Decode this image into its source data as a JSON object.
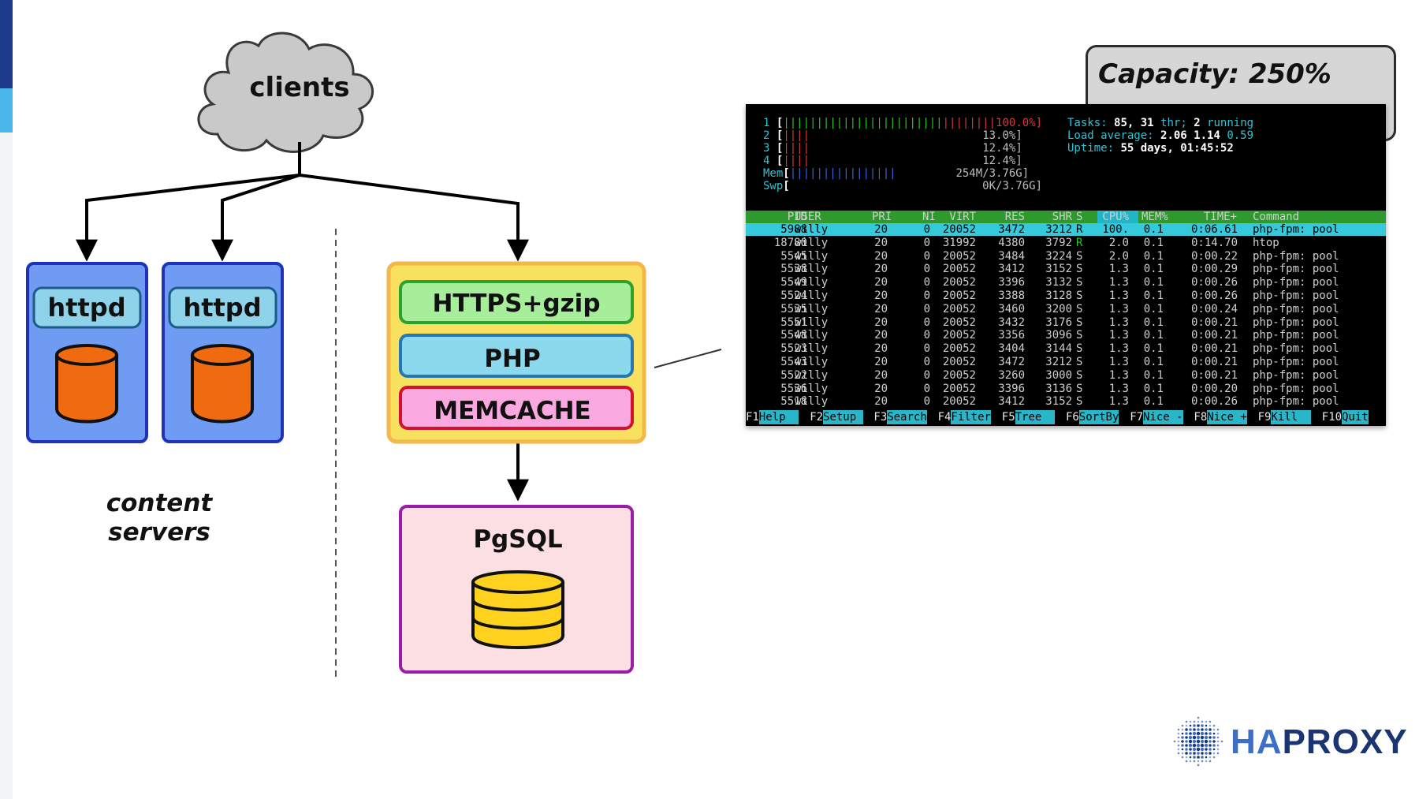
{
  "diagram": {
    "clients_label": "clients",
    "httpd_label": "httpd",
    "caption_line1": "content",
    "caption_line2": "servers",
    "stack": {
      "layer1": "HTTPS+gzip",
      "layer2": "PHP",
      "layer3": "MEMCACHE"
    },
    "db_label": "PgSQL"
  },
  "capacity_label": "Capacity: 250%",
  "htop": {
    "meters": [
      {
        "num": "1",
        "bar": "||||||||||||||||||||||||",
        "value": "100.0%]"
      },
      {
        "num": "2",
        "bar": "||||",
        "value": "13.0%]"
      },
      {
        "num": "3",
        "bar": "||||",
        "value": "12.4%]"
      },
      {
        "num": "4",
        "bar": "||||",
        "value": "12.4%]"
      }
    ],
    "mem": {
      "label": "Mem",
      "bar": "||||||||||||||||",
      "value": "254M/3.76G]"
    },
    "swp": {
      "label": "Swp",
      "value": "0K/3.76G]"
    },
    "tasks": {
      "label": "Tasks:",
      "count": "85,",
      "thr": "31",
      "thr_label": "thr;",
      "running": "2",
      "running_label": "running"
    },
    "load": {
      "label": "Load average:",
      "v1": "2.06",
      "v2": "1.14",
      "v3": "0.59"
    },
    "uptime": {
      "label": "Uptime:",
      "value": "55 days, 01:45:52"
    },
    "columns": [
      "PID",
      "USER",
      "PRI",
      "NI",
      "VIRT",
      "RES",
      "SHR",
      "S",
      "CPU%",
      "MEM%",
      "TIME+",
      "Command"
    ],
    "rows": [
      {
        "pid": "5988",
        "user": "willy",
        "pri": "20",
        "ni": "0",
        "virt": "20052",
        "res": "3472",
        "shr": "3212",
        "s": "R",
        "cpu": "100.",
        "mem": "0.1",
        "time": "0:06.61",
        "cmd": "php-fpm: pool"
      },
      {
        "pid": "18780",
        "user": "willy",
        "pri": "20",
        "ni": "0",
        "virt": "31992",
        "res": "4380",
        "shr": "3792",
        "s": "R",
        "cpu": "2.0",
        "mem": "0.1",
        "time": "0:14.70",
        "cmd": "htop"
      },
      {
        "pid": "5545",
        "user": "willy",
        "pri": "20",
        "ni": "0",
        "virt": "20052",
        "res": "3484",
        "shr": "3224",
        "s": "S",
        "cpu": "2.0",
        "mem": "0.1",
        "time": "0:00.22",
        "cmd": "php-fpm: pool"
      },
      {
        "pid": "5538",
        "user": "willy",
        "pri": "20",
        "ni": "0",
        "virt": "20052",
        "res": "3412",
        "shr": "3152",
        "s": "S",
        "cpu": "1.3",
        "mem": "0.1",
        "time": "0:00.29",
        "cmd": "php-fpm: pool"
      },
      {
        "pid": "5549",
        "user": "willy",
        "pri": "20",
        "ni": "0",
        "virt": "20052",
        "res": "3396",
        "shr": "3132",
        "s": "S",
        "cpu": "1.3",
        "mem": "0.1",
        "time": "0:00.26",
        "cmd": "php-fpm: pool"
      },
      {
        "pid": "5524",
        "user": "willy",
        "pri": "20",
        "ni": "0",
        "virt": "20052",
        "res": "3388",
        "shr": "3128",
        "s": "S",
        "cpu": "1.3",
        "mem": "0.1",
        "time": "0:00.26",
        "cmd": "php-fpm: pool"
      },
      {
        "pid": "5535",
        "user": "willy",
        "pri": "20",
        "ni": "0",
        "virt": "20052",
        "res": "3460",
        "shr": "3200",
        "s": "S",
        "cpu": "1.3",
        "mem": "0.1",
        "time": "0:00.24",
        "cmd": "php-fpm: pool"
      },
      {
        "pid": "5551",
        "user": "willy",
        "pri": "20",
        "ni": "0",
        "virt": "20052",
        "res": "3432",
        "shr": "3176",
        "s": "S",
        "cpu": "1.3",
        "mem": "0.1",
        "time": "0:00.21",
        "cmd": "php-fpm: pool"
      },
      {
        "pid": "5548",
        "user": "willy",
        "pri": "20",
        "ni": "0",
        "virt": "20052",
        "res": "3356",
        "shr": "3096",
        "s": "S",
        "cpu": "1.3",
        "mem": "0.1",
        "time": "0:00.21",
        "cmd": "php-fpm: pool"
      },
      {
        "pid": "5523",
        "user": "willy",
        "pri": "20",
        "ni": "0",
        "virt": "20052",
        "res": "3404",
        "shr": "3144",
        "s": "S",
        "cpu": "1.3",
        "mem": "0.1",
        "time": "0:00.21",
        "cmd": "php-fpm: pool"
      },
      {
        "pid": "5543",
        "user": "willy",
        "pri": "20",
        "ni": "0",
        "virt": "20052",
        "res": "3472",
        "shr": "3212",
        "s": "S",
        "cpu": "1.3",
        "mem": "0.1",
        "time": "0:00.21",
        "cmd": "php-fpm: pool"
      },
      {
        "pid": "5522",
        "user": "willy",
        "pri": "20",
        "ni": "0",
        "virt": "20052",
        "res": "3260",
        "shr": "3000",
        "s": "S",
        "cpu": "1.3",
        "mem": "0.1",
        "time": "0:00.21",
        "cmd": "php-fpm: pool"
      },
      {
        "pid": "5536",
        "user": "willy",
        "pri": "20",
        "ni": "0",
        "virt": "20052",
        "res": "3396",
        "shr": "3136",
        "s": "S",
        "cpu": "1.3",
        "mem": "0.1",
        "time": "0:00.20",
        "cmd": "php-fpm: pool"
      },
      {
        "pid": "5518",
        "user": "willy",
        "pri": "20",
        "ni": "0",
        "virt": "20052",
        "res": "3412",
        "shr": "3152",
        "s": "S",
        "cpu": "1.3",
        "mem": "0.1",
        "time": "0:00.26",
        "cmd": "php-fpm: pool"
      }
    ],
    "footer": [
      {
        "key": "F1",
        "label": "Help  "
      },
      {
        "key": "F2",
        "label": "Setup "
      },
      {
        "key": "F3",
        "label": "Search"
      },
      {
        "key": "F4",
        "label": "Filter"
      },
      {
        "key": "F5",
        "label": "Tree  "
      },
      {
        "key": "F6",
        "label": "SortBy"
      },
      {
        "key": "F7",
        "label": "Nice -"
      },
      {
        "key": "F8",
        "label": "Nice +"
      },
      {
        "key": "F9",
        "label": "Kill  "
      },
      {
        "key": "F10",
        "label": "Quit"
      }
    ]
  },
  "logo": {
    "text_ha": "HA",
    "text_proxy": "PROXY"
  },
  "colors": {
    "httpd_box": "#6f9bf2",
    "httpd_border": "#1d33b8",
    "httpd_label_bg": "#8fd3ea",
    "cylinder": "#f06a10",
    "stack_bg": "#f7e15e",
    "stack_border": "#f2b84b",
    "https_bg": "#a6ee9a",
    "php_bg": "#8cd9ee",
    "memcache_bg": "#f9a8e0",
    "pgsql_bg": "#fcdfe2",
    "pgsql_border": "#9a1ca8",
    "db_fill": "#ffd21f",
    "cloud": "#c9c9c9",
    "logo_blue": "#3e6fc8",
    "logo_navy": "#1b3472"
  },
  "icons": [
    "cloud-icon",
    "cylinder-icon",
    "database-icon",
    "haproxy-logo-icon"
  ]
}
